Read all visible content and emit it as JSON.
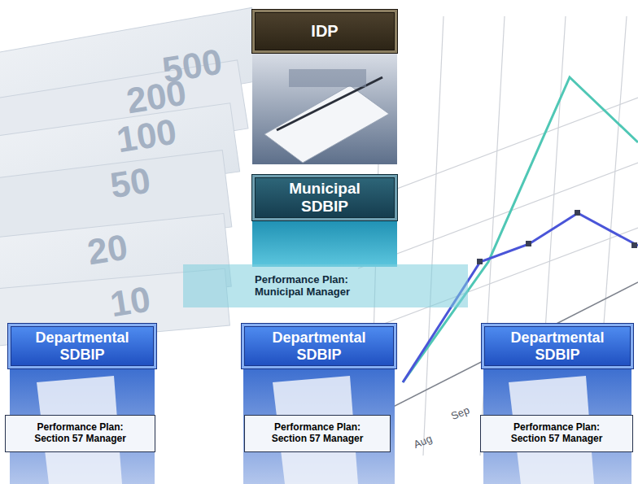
{
  "diagram": {
    "nodes": [
      {
        "text": [
          "IDP"
        ]
      },
      {
        "text": [
          "Municipal SDBIP"
        ]
      },
      {
        "text": [
          "Performance Plan: Municipal Manager"
        ]
      },
      {
        "text": [
          "Departmental SDBIP"
        ]
      },
      {
        "text": [
          "Performance Plan: Section 57 Manager"
        ]
      },
      {
        "text": [
          "Departmental SDBIP"
        ]
      },
      {
        "text": [
          "Performance Plan: Section 57 Manager"
        ]
      },
      {
        "text": [
          "Departmental SDBIP"
        ]
      },
      {
        "text": [
          "Performance Plan: Section 57 Manager"
        ]
      }
    ],
    "labels": [
      "500",
      "200",
      "100",
      "50",
      "20",
      "10",
      "Aug",
      "Sep"
    ]
  }
}
